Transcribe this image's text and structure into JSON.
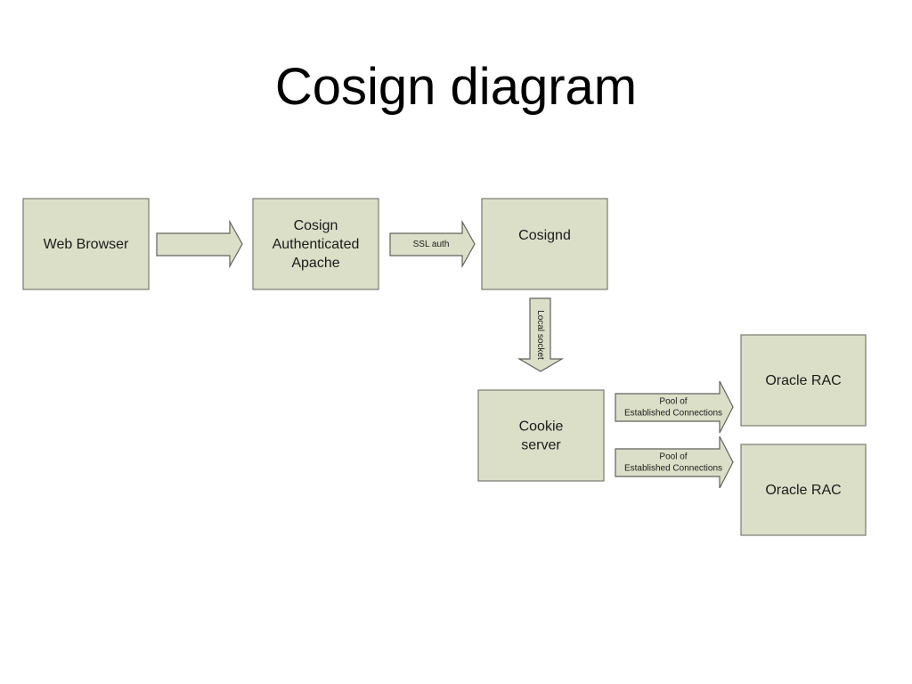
{
  "title": "Cosign diagram",
  "nodes": {
    "web_browser": [
      "Web Browser"
    ],
    "cosign_apache": [
      "Cosign",
      "Authenticated",
      "Apache"
    ],
    "cosignd": [
      "Cosignd"
    ],
    "cookie_server": [
      "Cookie",
      "server"
    ],
    "oracle_rac_1": [
      "Oracle RAC"
    ],
    "oracle_rac_2": [
      "Oracle RAC"
    ]
  },
  "edges": {
    "browser_to_apache": [],
    "apache_to_cosignd": [
      "SSL auth"
    ],
    "cosignd_to_cookie": [
      "Local socket"
    ],
    "cookie_to_rac_1": [
      "Pool of",
      "Established Connections"
    ],
    "cookie_to_rac_2": [
      "Pool of",
      "Established Connections"
    ]
  },
  "colors": {
    "box_fill": "#dcdfc8",
    "box_border": "#7a7a72",
    "text": "#1a1a1a"
  }
}
